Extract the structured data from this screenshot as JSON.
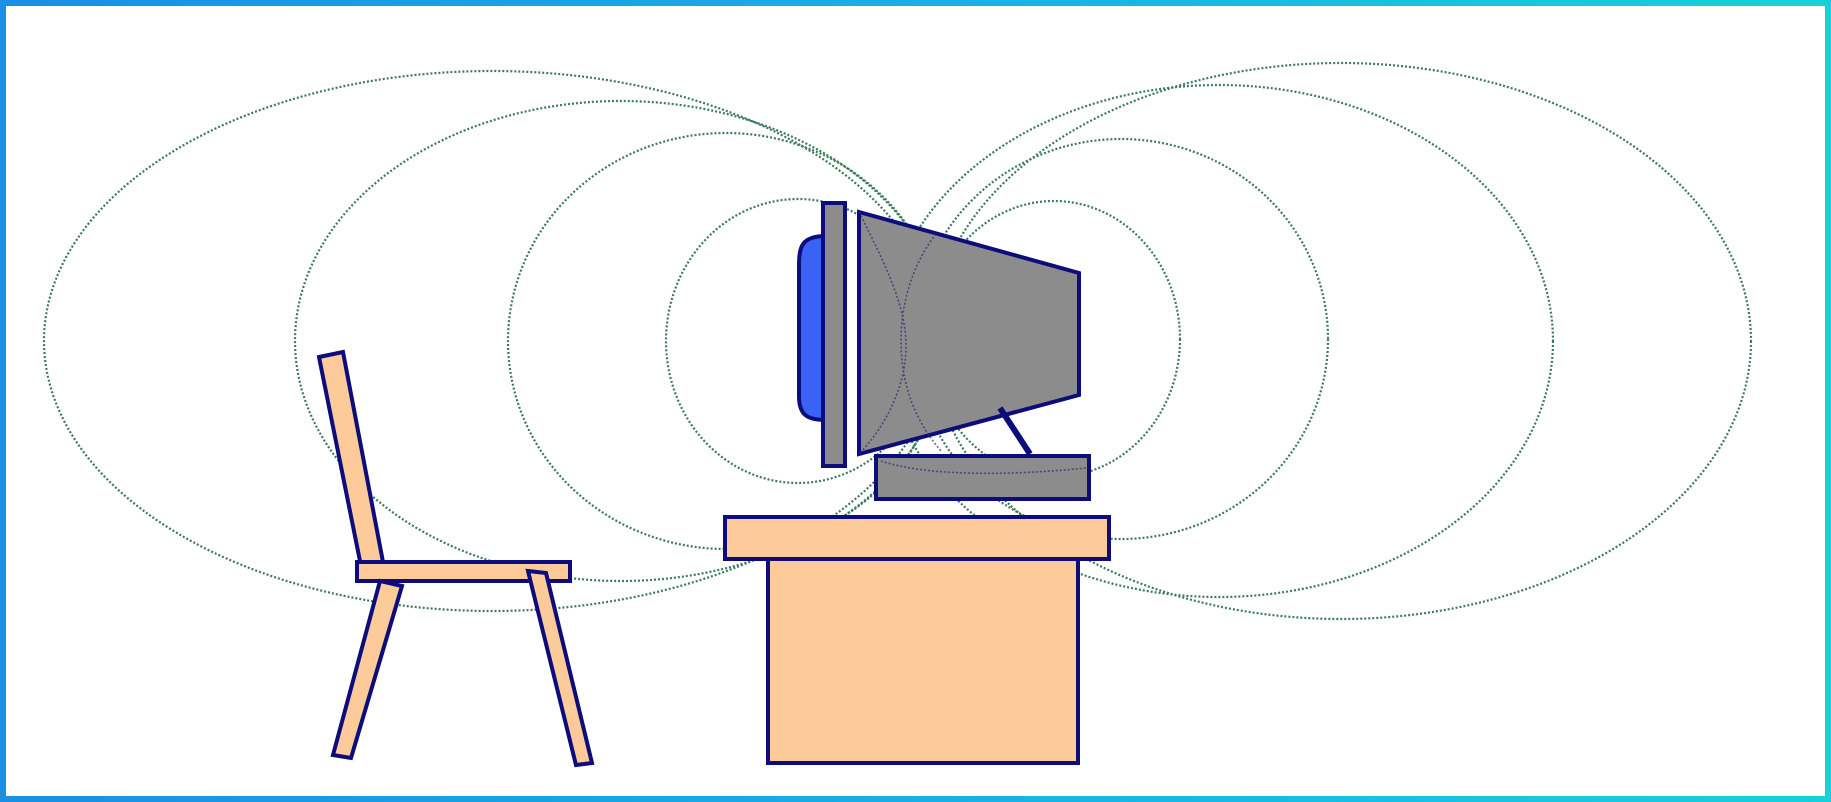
{
  "diagram": {
    "colors": {
      "border_gradient_start": "#1a8fe3",
      "border_gradient_end": "#18d0d8",
      "outline": "#0c0c7a",
      "wood": "#fdcb9a",
      "monitor_gray": "#8c8c8c",
      "screen_blue": "#3a62f5",
      "field_lines": "#3c7a5c"
    },
    "objects": [
      "chair",
      "desk",
      "monitor",
      "monitor-screen",
      "monitor-stand",
      "magnetic-field-lines"
    ]
  }
}
